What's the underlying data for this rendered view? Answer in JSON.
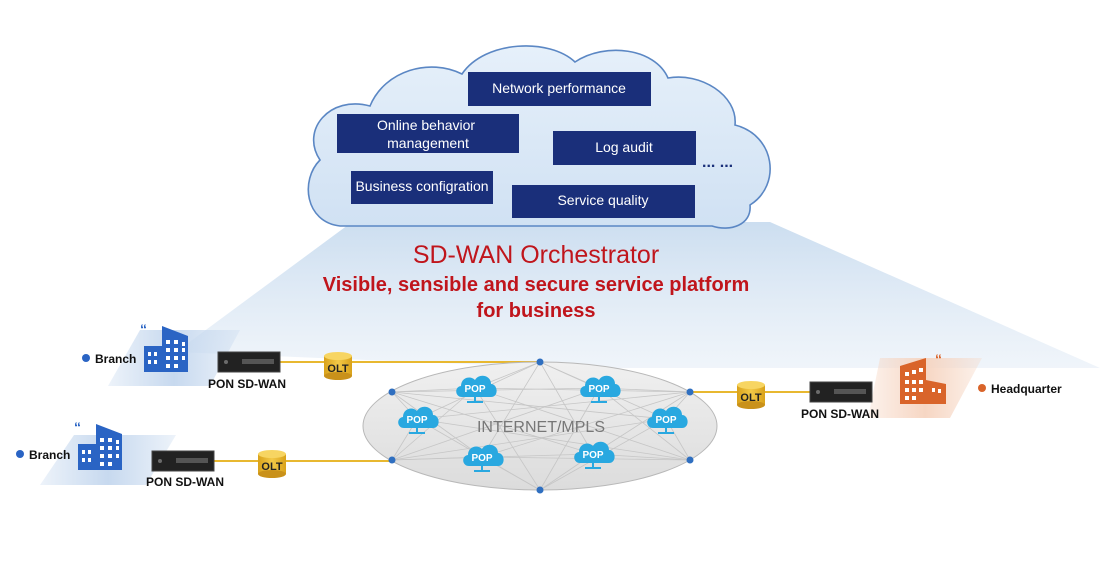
{
  "cloud": {
    "features": [
      "Network performance",
      "Online behavior\nmanagement",
      "Log audit",
      "Business configration",
      "Service quality"
    ],
    "ellipsis": "... ..."
  },
  "orchestrator": {
    "title": "SD-WAN Orchestrator",
    "subtitle_line1": "Visible, sensible and secure service platform",
    "subtitle_line2": "for business"
  },
  "sites": {
    "branch_top": "Branch",
    "branch_bottom": "Branch",
    "headquarter": "Headquarter"
  },
  "devices": {
    "device_label": "PON SD-WAN",
    "olt_label": "OLT"
  },
  "network": {
    "label": "INTERNET/MPLS",
    "pop_label": "POP"
  },
  "colors": {
    "feature_box": "#1a2f7a",
    "cloud_fill": "#dbe8f6",
    "cloud_stroke": "#5b87c4",
    "title_red": "#c0151c",
    "branch_blue": "#2a64c4",
    "hq_orange": "#d9642a",
    "link_gold": "#e8b830",
    "node_blue": "#2f6fc0",
    "pop_cyan": "#29a8e0"
  }
}
